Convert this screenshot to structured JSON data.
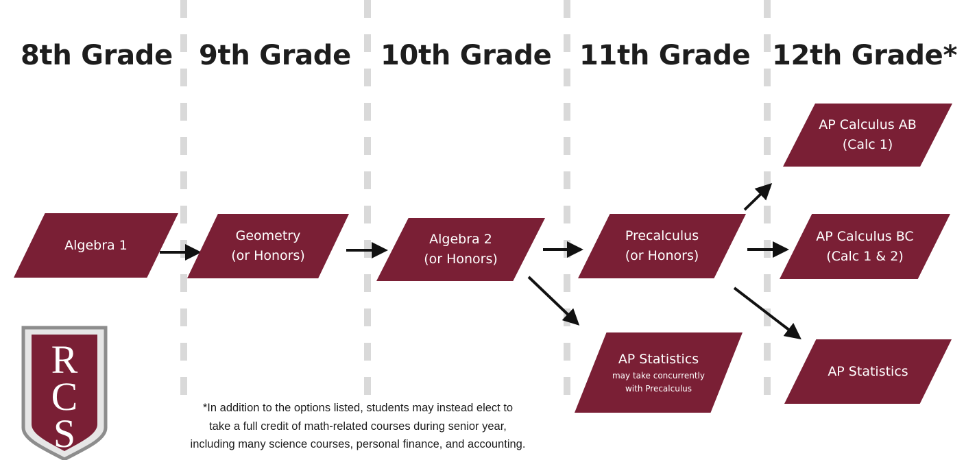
{
  "grades": [
    "8th Grade",
    "9th Grade",
    "10th Grade",
    "11th Grade",
    "12th Grade*"
  ],
  "courses": {
    "algebra1": {
      "line1": "Algebra 1"
    },
    "geometry": {
      "line1": "Geometry",
      "line2": "(or Honors)"
    },
    "algebra2": {
      "line1": "Algebra 2",
      "line2": "(or Honors)"
    },
    "precalculus": {
      "line1": "Precalculus",
      "line2": "(or Honors)"
    },
    "ap_stats_11": {
      "line1": "AP Statistics",
      "note1": "may take concurrently",
      "note2": "with Precalculus"
    },
    "calc_ab": {
      "line1": "AP Calculus AB",
      "line2": "(Calc 1)"
    },
    "calc_bc": {
      "line1": "AP Calculus BC",
      "line2": "(Calc 1 & 2)"
    },
    "ap_stats_12": {
      "line1": "AP Statistics"
    }
  },
  "footnote": {
    "line1": "*In addition to the options listed, students may instead elect to",
    "line2": "take a full credit of math-related courses during senior year,",
    "line3": "including many science courses, personal finance, and accounting."
  },
  "logo": {
    "letters": "RCS"
  },
  "colors": {
    "course_box": "#7a1f35",
    "arrow": "#111111",
    "divider": "#d9d9d9",
    "shield_border": "#8d8d8d"
  }
}
